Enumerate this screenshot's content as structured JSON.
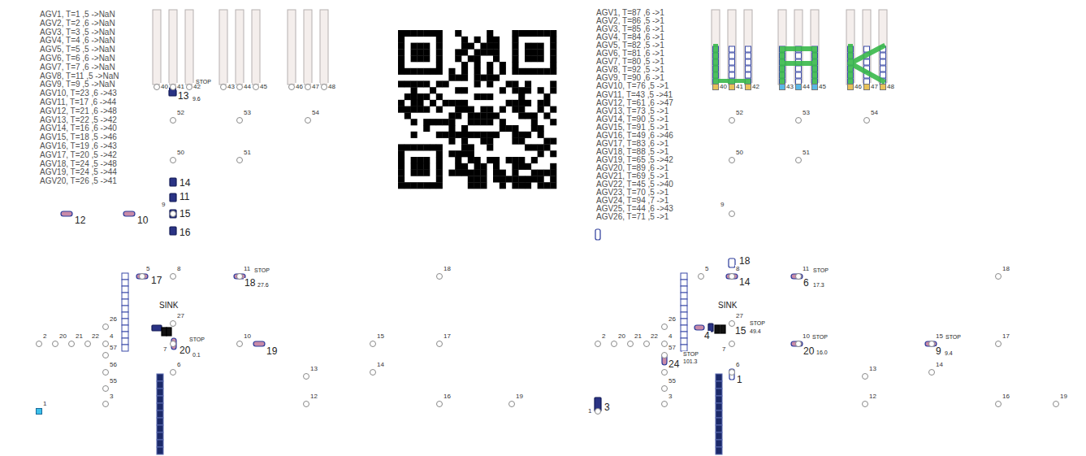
{
  "diagram": {
    "nodes": [
      {
        "text": [
          "40"
        ]
      },
      {
        "text": [
          "41"
        ]
      },
      {
        "text": [
          "42"
        ]
      },
      {
        "text": [
          "43"
        ]
      },
      {
        "text": [
          "44"
        ]
      },
      {
        "text": [
          "45"
        ]
      },
      {
        "text": [
          "46"
        ]
      },
      {
        "text": [
          "47"
        ]
      },
      {
        "text": [
          "48"
        ]
      },
      {
        "text": [
          "52"
        ]
      },
      {
        "text": [
          "53"
        ]
      },
      {
        "text": [
          "54"
        ]
      },
      {
        "text": [
          "50"
        ]
      },
      {
        "text": [
          "51"
        ]
      },
      {
        "text": [
          "9"
        ]
      },
      {
        "text": [
          "5"
        ]
      },
      {
        "text": [
          "8"
        ]
      },
      {
        "text": [
          "11"
        ]
      },
      {
        "text": [
          "18"
        ]
      },
      {
        "text": [
          "26"
        ]
      },
      {
        "text": [
          "27"
        ]
      },
      {
        "text": [
          "2"
        ]
      },
      {
        "text": [
          "20"
        ]
      },
      {
        "text": [
          "21"
        ]
      },
      {
        "text": [
          "22"
        ]
      },
      {
        "text": [
          "4"
        ]
      },
      {
        "text": [
          "7"
        ]
      },
      {
        "text": [
          "10"
        ]
      },
      {
        "text": [
          "15"
        ]
      },
      {
        "text": [
          "17"
        ]
      },
      {
        "text": [
          "57"
        ]
      },
      {
        "text": [
          "6"
        ]
      },
      {
        "text": [
          "13"
        ]
      },
      {
        "text": [
          "14"
        ]
      },
      {
        "text": [
          "56"
        ]
      },
      {
        "text": [
          "55"
        ]
      },
      {
        "text": [
          "3"
        ]
      },
      {
        "text": [
          "12"
        ]
      },
      {
        "text": [
          "16"
        ]
      },
      {
        "text": [
          "19"
        ]
      },
      {
        "text": [
          "1"
        ]
      },
      {
        "text": [
          "40"
        ]
      },
      {
        "text": [
          "41"
        ]
      },
      {
        "text": [
          "42"
        ]
      },
      {
        "text": [
          "43"
        ]
      },
      {
        "text": [
          "44"
        ]
      },
      {
        "text": [
          "45"
        ]
      },
      {
        "text": [
          "46"
        ]
      },
      {
        "text": [
          "47"
        ]
      },
      {
        "text": [
          "48"
        ]
      },
      {
        "text": [
          "52"
        ]
      },
      {
        "text": [
          "53"
        ]
      },
      {
        "text": [
          "54"
        ]
      },
      {
        "text": [
          "50"
        ]
      },
      {
        "text": [
          "51"
        ]
      },
      {
        "text": [
          "9"
        ]
      },
      {
        "text": [
          "5"
        ]
      },
      {
        "text": [
          "8"
        ]
      },
      {
        "text": [
          "11"
        ]
      },
      {
        "text": [
          "18"
        ]
      },
      {
        "text": [
          "26"
        ]
      },
      {
        "text": [
          "27"
        ]
      },
      {
        "text": [
          "2"
        ]
      },
      {
        "text": [
          "20"
        ]
      },
      {
        "text": [
          "21"
        ]
      },
      {
        "text": [
          "22"
        ]
      },
      {
        "text": [
          "4"
        ]
      },
      {
        "text": [
          "7"
        ]
      },
      {
        "text": [
          "10"
        ]
      },
      {
        "text": [
          "15"
        ]
      },
      {
        "text": [
          "17"
        ]
      },
      {
        "text": [
          "57"
        ]
      },
      {
        "text": [
          "6"
        ]
      },
      {
        "text": [
          "13"
        ]
      },
      {
        "text": [
          "14"
        ]
      },
      {
        "text": [
          "56"
        ]
      },
      {
        "text": [
          "55"
        ]
      },
      {
        "text": [
          "3"
        ]
      },
      {
        "text": [
          "12"
        ]
      },
      {
        "text": [
          "16"
        ]
      },
      {
        "text": [
          "19"
        ]
      },
      {
        "text": [
          "1"
        ]
      }
    ],
    "edges": [
      {
        "from": 0,
        "to": 9,
        "arrow": "none"
      },
      {
        "from": 1,
        "to": 9,
        "arrow": "none"
      },
      {
        "from": 2,
        "to": 9,
        "arrow": "none"
      },
      {
        "from": 3,
        "to": 10,
        "arrow": "none"
      },
      {
        "from": 4,
        "to": 10,
        "arrow": "none"
      },
      {
        "from": 5,
        "to": 10,
        "arrow": "none"
      },
      {
        "from": 6,
        "to": 11,
        "arrow": "none"
      },
      {
        "from": 7,
        "to": 11,
        "arrow": "none"
      },
      {
        "from": 8,
        "to": 11,
        "arrow": "none"
      },
      {
        "from": 9,
        "to": 12,
        "arrow": "none"
      },
      {
        "from": 12,
        "to": 13,
        "arrow": "none"
      },
      {
        "from": 13,
        "to": 10,
        "arrow": "none"
      },
      {
        "from": 13,
        "to": 11,
        "arrow": "none"
      },
      {
        "from": 12,
        "to": 14,
        "arrow": "none"
      },
      {
        "from": 14,
        "to": 21,
        "arrow": "none"
      },
      {
        "from": 14,
        "to": 18,
        "arrow": "none"
      },
      {
        "from": 14,
        "to": 16,
        "arrow": "none"
      },
      {
        "from": 15,
        "to": 16,
        "arrow": "none"
      },
      {
        "from": 16,
        "to": 17,
        "arrow": "none"
      },
      {
        "from": 17,
        "to": 18,
        "arrow": "none"
      },
      {
        "from": 16,
        "to": 20,
        "arrow": "none"
      },
      {
        "from": 20,
        "to": 26,
        "arrow": "none"
      },
      {
        "from": 26,
        "to": 31,
        "arrow": "none"
      },
      {
        "from": 17,
        "to": 27,
        "arrow": "none"
      },
      {
        "from": 18,
        "to": 29,
        "arrow": "none"
      },
      {
        "from": 29,
        "to": 38,
        "arrow": "none"
      },
      {
        "from": 21,
        "to": 22,
        "arrow": "none"
      },
      {
        "from": 22,
        "to": 23,
        "arrow": "none"
      },
      {
        "from": 23,
        "to": 24,
        "arrow": "none"
      },
      {
        "from": 24,
        "to": 25,
        "arrow": "none"
      },
      {
        "from": 25,
        "to": 26,
        "arrow": "none"
      },
      {
        "from": 26,
        "to": 27,
        "arrow": "none"
      },
      {
        "from": 27,
        "to": 28,
        "arrow": "none"
      },
      {
        "from": 28,
        "to": 29,
        "arrow": "none"
      },
      {
        "from": 28,
        "to": 33,
        "arrow": "none"
      },
      {
        "from": 25,
        "to": 19,
        "arrow": "none"
      },
      {
        "from": 25,
        "to": 30,
        "arrow": "none"
      },
      {
        "from": 30,
        "to": 34,
        "arrow": "none"
      },
      {
        "from": 34,
        "to": 35,
        "arrow": "none"
      },
      {
        "from": 35,
        "to": 36,
        "arrow": "none"
      },
      {
        "from": 27,
        "to": 37,
        "arrow": "none"
      },
      {
        "from": 37,
        "to": 32,
        "arrow": "none"
      },
      {
        "from": 37,
        "to": 38,
        "arrow": "none"
      },
      {
        "from": 38,
        "to": 39,
        "arrow": "none"
      },
      {
        "from": 21,
        "to": 40,
        "arrow": "none"
      },
      {
        "from": 21,
        "to": 40,
        "arrow": "none"
      },
      {
        "from": 41,
        "to": 50,
        "arrow": "none"
      },
      {
        "from": 42,
        "to": 50,
        "arrow": "none"
      },
      {
        "from": 43,
        "to": 50,
        "arrow": "none"
      },
      {
        "from": 44,
        "to": 51,
        "arrow": "none"
      },
      {
        "from": 45,
        "to": 51,
        "arrow": "none"
      },
      {
        "from": 46,
        "to": 51,
        "arrow": "none"
      },
      {
        "from": 47,
        "to": 52,
        "arrow": "none"
      },
      {
        "from": 48,
        "to": 52,
        "arrow": "none"
      },
      {
        "from": 49,
        "to": 52,
        "arrow": "none"
      },
      {
        "from": 50,
        "to": 53,
        "arrow": "none"
      },
      {
        "from": 53,
        "to": 54,
        "arrow": "none"
      },
      {
        "from": 54,
        "to": 51,
        "arrow": "none"
      },
      {
        "from": 54,
        "to": 52,
        "arrow": "none"
      },
      {
        "from": 53,
        "to": 55,
        "arrow": "none"
      },
      {
        "from": 55,
        "to": 62,
        "arrow": "none"
      },
      {
        "from": 55,
        "to": 59,
        "arrow": "none"
      },
      {
        "from": 55,
        "to": 57,
        "arrow": "none"
      },
      {
        "from": 56,
        "to": 57,
        "arrow": "none"
      },
      {
        "from": 57,
        "to": 58,
        "arrow": "none"
      },
      {
        "from": 58,
        "to": 59,
        "arrow": "none"
      },
      {
        "from": 57,
        "to": 61,
        "arrow": "none"
      },
      {
        "from": 61,
        "to": 67,
        "arrow": "none"
      },
      {
        "from": 67,
        "to": 72,
        "arrow": "none"
      },
      {
        "from": 58,
        "to": 68,
        "arrow": "none"
      },
      {
        "from": 59,
        "to": 70,
        "arrow": "none"
      },
      {
        "from": 70,
        "to": 79,
        "arrow": "none"
      },
      {
        "from": 62,
        "to": 63,
        "arrow": "none"
      },
      {
        "from": 63,
        "to": 64,
        "arrow": "none"
      },
      {
        "from": 64,
        "to": 65,
        "arrow": "none"
      },
      {
        "from": 65,
        "to": 66,
        "arrow": "none"
      },
      {
        "from": 66,
        "to": 67,
        "arrow": "none"
      },
      {
        "from": 67,
        "to": 68,
        "arrow": "none"
      },
      {
        "from": 68,
        "to": 69,
        "arrow": "none"
      },
      {
        "from": 69,
        "to": 70,
        "arrow": "none"
      },
      {
        "from": 69,
        "to": 74,
        "arrow": "none"
      },
      {
        "from": 66,
        "to": 60,
        "arrow": "none"
      },
      {
        "from": 66,
        "to": 71,
        "arrow": "none"
      },
      {
        "from": 71,
        "to": 75,
        "arrow": "none"
      },
      {
        "from": 75,
        "to": 76,
        "arrow": "none"
      },
      {
        "from": 76,
        "to": 77,
        "arrow": "none"
      },
      {
        "from": 68,
        "to": 78,
        "arrow": "none"
      },
      {
        "from": 78,
        "to": 73,
        "arrow": "none"
      },
      {
        "from": 78,
        "to": 79,
        "arrow": "none"
      },
      {
        "from": 79,
        "to": 80,
        "arrow": "none"
      },
      {
        "from": 62,
        "to": 81,
        "arrow": "none"
      },
      {
        "from": 62,
        "to": 81,
        "arrow": "none"
      }
    ],
    "labels": [
      "AGV1, T=1 ,5 ->NaN",
      "AGV2, T=2 ,6 ->NaN",
      "AGV3, T=3 ,5 ->NaN",
      "AGV4, T=4 ,6 ->NaN",
      "AGV5, T=5 ,5 ->NaN",
      "AGV6, T=6 ,6 ->NaN",
      "AGV7, T=7 ,6 ->NaN",
      "AGV8, T=11 ,5 ->NaN",
      "AGV9, T=9 ,5 ->NaN",
      "AGV10, T=23 ,6 ->43",
      "AGV11, T=17 ,6 ->44",
      "AGV12, T=21 ,6 ->48",
      "AGV13, T=22 ,5 ->42",
      "AGV14, T=16 ,6 ->40",
      "AGV15, T=18 ,5 ->46",
      "AGV16, T=19 ,6 ->43",
      "AGV17, T=20 ,5 ->42",
      "AGV18, T=24 ,5 ->48",
      "AGV19, T=24 ,5 ->44",
      "AGV20, T=26 ,5 ->41",
      "STOP",
      "9.6",
      "13",
      "14",
      "11",
      "12",
      "10",
      "15",
      "16",
      "17",
      "18",
      "STOP",
      "27.6",
      "SINK",
      "20",
      "STOP",
      "0.1",
      "19",
      "AGV1, T=87 ,6 ->1",
      "AGV2, T=86 ,5 ->1",
      "AGV3, T=85 ,6 ->1",
      "AGV4, T=84 ,6 ->1",
      "AGV5, T=82 ,5 ->1",
      "AGV6, T=81 ,6 ->1",
      "AGV7, T=80 ,5 ->1",
      "AGV8, T=92 ,5 ->1",
      "AGV9, T=90 ,6 ->1",
      "AGV10, T=76 ,5 ->1",
      "AGV11, T=43 ,5 ->41",
      "AGV12, T=61 ,6 ->47",
      "AGV13, T=73 ,5 ->1",
      "AGV14, T=90 ,5 ->1",
      "AGV15, T=91 ,5 ->1",
      "AGV16, T=49 ,6 ->46",
      "AGV17, T=83 ,6 ->1",
      "AGV18, T=88 ,5 ->1",
      "AGV19, T=65 ,5 ->42",
      "AGV20, T=89 ,6 ->1",
      "AGV21, T=69 ,5 ->1",
      "AGV22, T=45 ,5 ->40",
      "AGV23, T=70 ,5 ->1",
      "AGV24, T=94 ,7 ->1",
      "AGV25, T=44 ,6 ->43",
      "AGV26, T=71 ,5 ->1",
      "18",
      "14",
      "STOP",
      "6",
      "17.3",
      "SINK",
      "STOP",
      "49.4",
      "4",
      "15",
      "STOP",
      "20",
      "16.0",
      "STOP",
      "9",
      "9.4",
      "STOP",
      "101.3",
      "24",
      "1",
      "3"
    ]
  }
}
